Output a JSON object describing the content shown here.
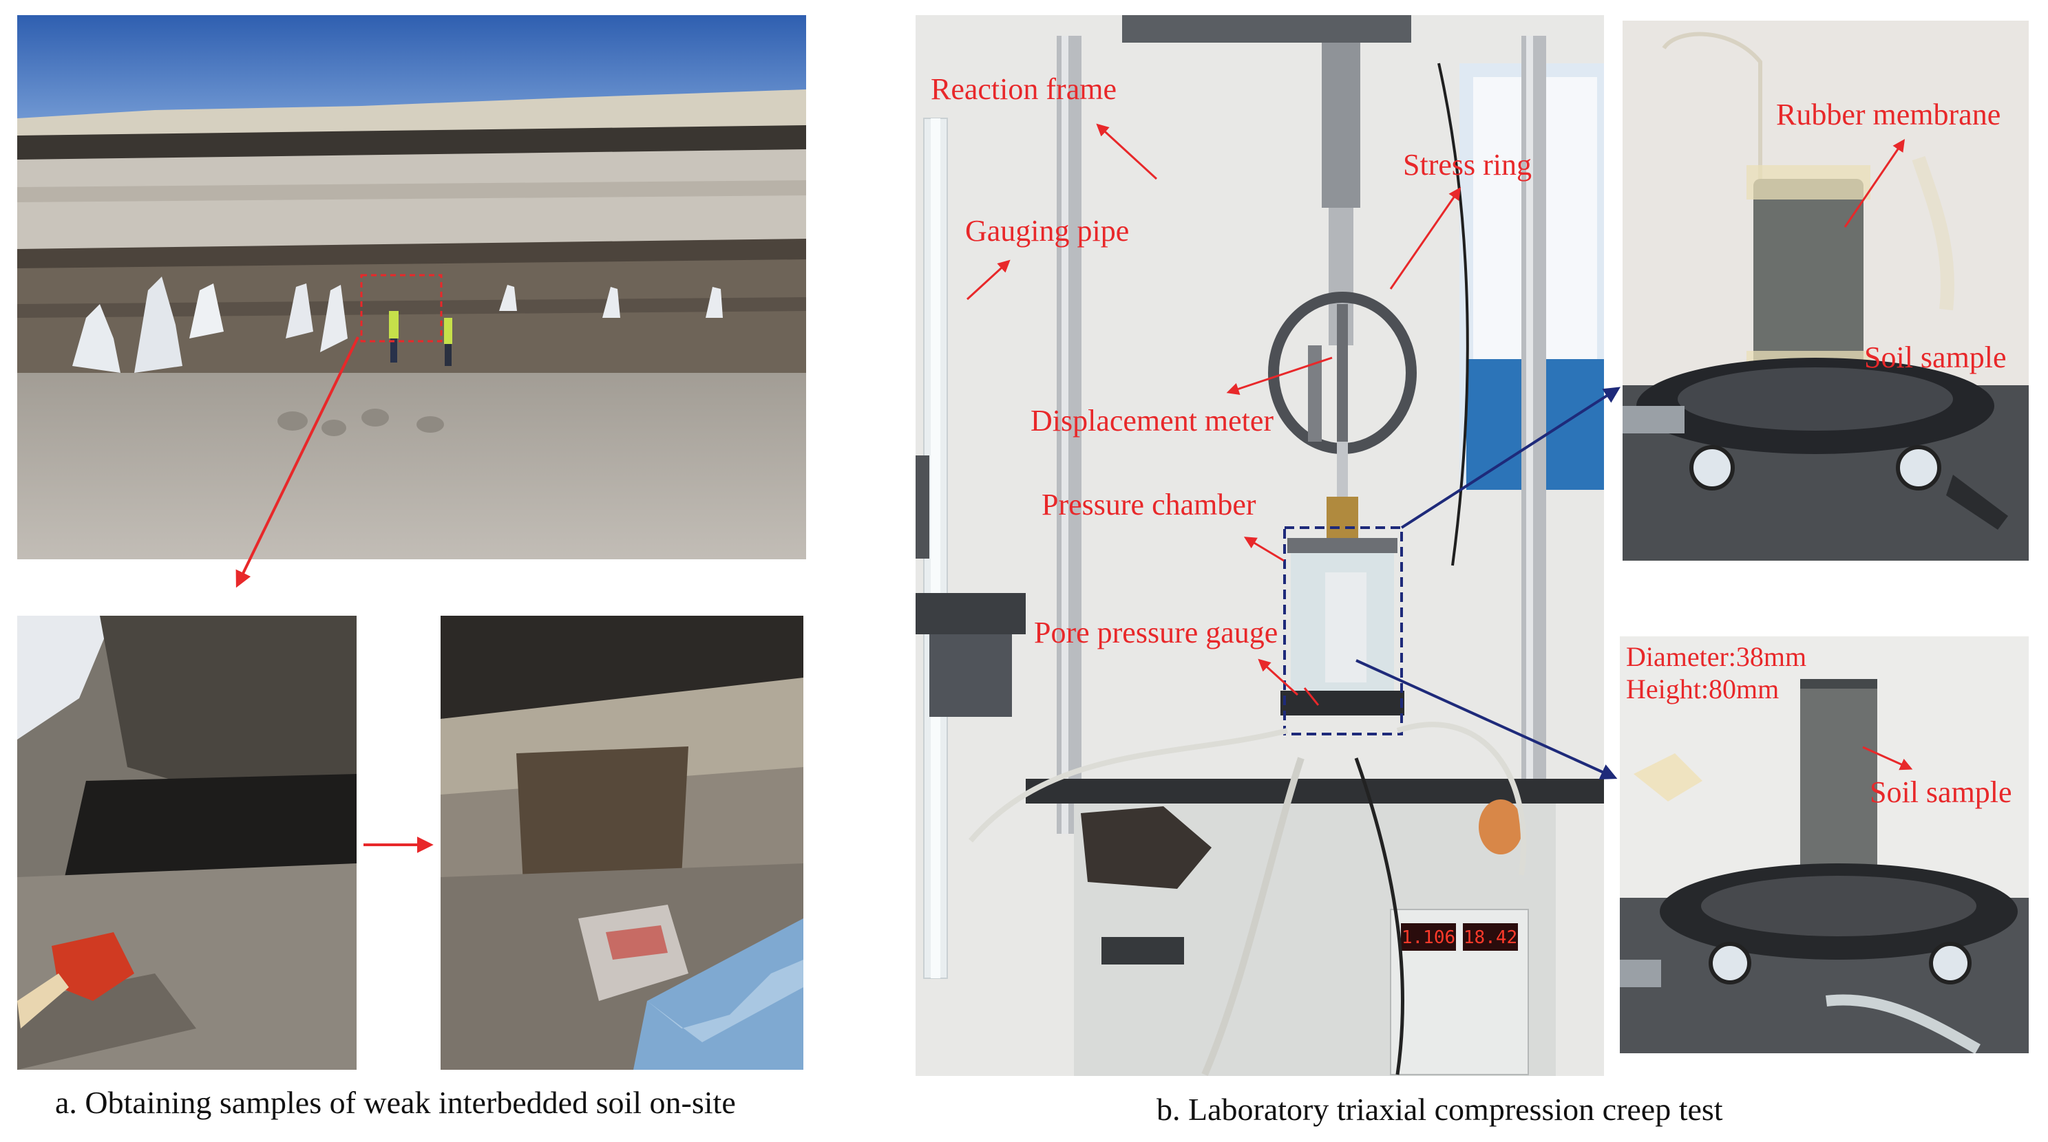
{
  "panel_a": {
    "caption": "a. Obtaining samples of weak interbedded soil on-site"
  },
  "panel_b": {
    "caption": "b. Laboratory triaxial compression creep test",
    "labels": {
      "reaction_frame": "Reaction frame",
      "gauging_pipe": "Gauging pipe",
      "stress_ring": "Stress ring",
      "displacement_meter": "Displacement meter",
      "pressure_chamber": "Pressure chamber",
      "pore_pressure_gauge": "Pore pressure gauge"
    },
    "inset_top": {
      "rubber_membrane": "Rubber membrane",
      "soil_sample": "Soil sample"
    },
    "inset_bottom": {
      "diameter": "Diameter:38mm",
      "height": "Height:80mm",
      "soil_sample": "Soil sample"
    },
    "display_left": "1.106",
    "display_right": "18.42"
  },
  "colors": {
    "label_red": "#e8282a",
    "arrow_navy": "#1e2a7a"
  }
}
